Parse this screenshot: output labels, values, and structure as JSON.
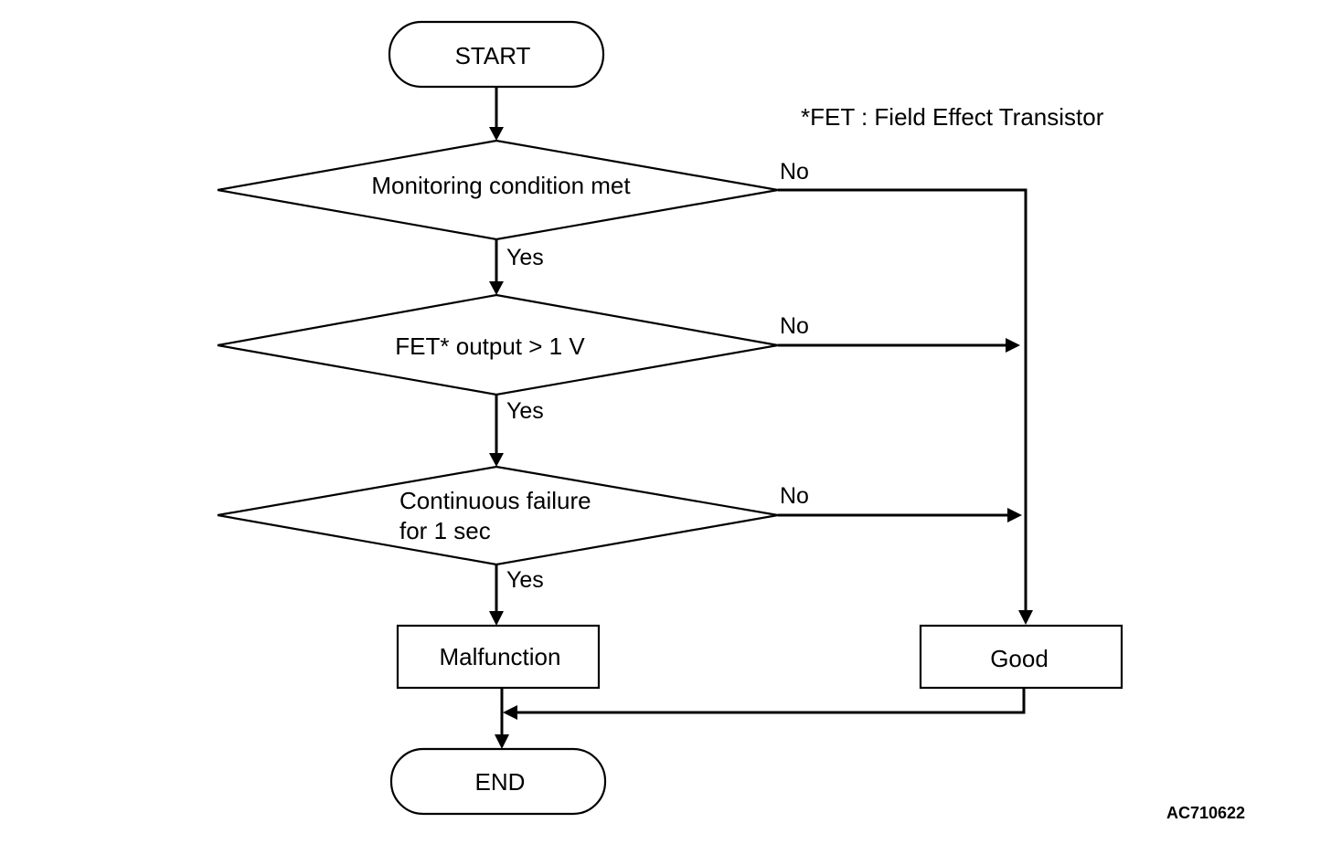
{
  "note": "*FET : Field Effect Transistor",
  "figure_id": "AC710622",
  "nodes": {
    "start": "START",
    "decision_monitoring": "Monitoring condition met",
    "decision_fet_output": "FET* output > 1 V",
    "decision_continuous_line1": "Continuous failure",
    "decision_continuous_line2": "for 1 sec",
    "malfunction": "Malfunction",
    "good": "Good",
    "end": "END"
  },
  "edges": {
    "monitoring_yes": "Yes",
    "monitoring_no": "No",
    "fet_yes": "Yes",
    "fet_no": "No",
    "continuous_yes": "Yes",
    "continuous_no": "No"
  }
}
